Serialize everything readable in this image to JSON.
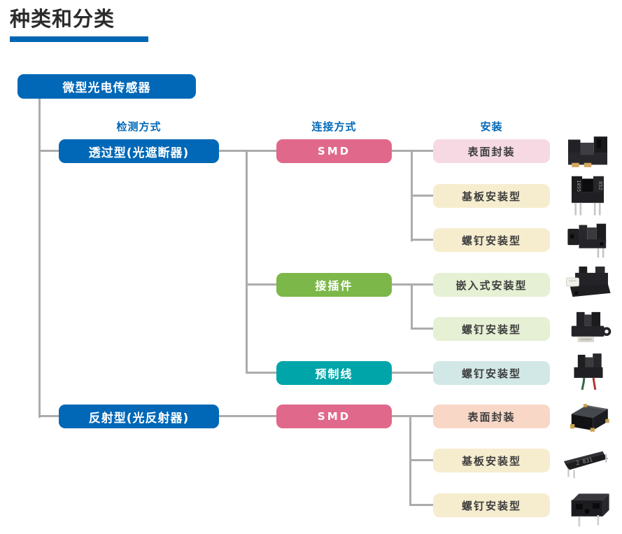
{
  "title": "种类和分类",
  "palette": {
    "accent_blue": "#0068b7",
    "pink": "#e0698b",
    "green": "#7cb749",
    "teal": "#00a5a9",
    "light_pink": "#f6d9e2",
    "cream": "#f6edcf",
    "light_green": "#e6f0d4",
    "light_teal": "#d2e8e7",
    "light_salmon": "#f8d7c7",
    "line_gray": "#acacac"
  },
  "tree": {
    "root": "微型光电传感器",
    "column_headers": [
      "检测方式",
      "连接方式",
      "安装"
    ],
    "detection": [
      {
        "label": "透过型(光遮断器)"
      },
      {
        "label": "反射型(光反射器)"
      }
    ],
    "connection": [
      {
        "label": "SMD"
      },
      {
        "label": "接插件"
      },
      {
        "label": "预制线"
      },
      {
        "label": "SMD"
      }
    ],
    "mounting": [
      {
        "label": "表面封装"
      },
      {
        "label": "基板安装型"
      },
      {
        "label": "螺钉安装型"
      },
      {
        "label": "嵌入式安装型"
      },
      {
        "label": "螺钉安装型"
      },
      {
        "label": "螺钉安装型"
      },
      {
        "label": "表面封装"
      },
      {
        "label": "基板安装型"
      },
      {
        "label": "螺钉安装型"
      }
    ]
  },
  "images": [
    {
      "name": "slot-smd-sensor"
    },
    {
      "name": "slot-board-sensor",
      "markings": [
        "1055",
        "852"
      ]
    },
    {
      "name": "slot-screw-sensor"
    },
    {
      "name": "connector-sensor"
    },
    {
      "name": "connector-screw-sensor"
    },
    {
      "name": "prewired-sensor"
    },
    {
      "name": "reflective-smd-sensor"
    },
    {
      "name": "reflective-board-sensor",
      "marking": "2 831"
    },
    {
      "name": "reflective-screw-sensor"
    }
  ]
}
